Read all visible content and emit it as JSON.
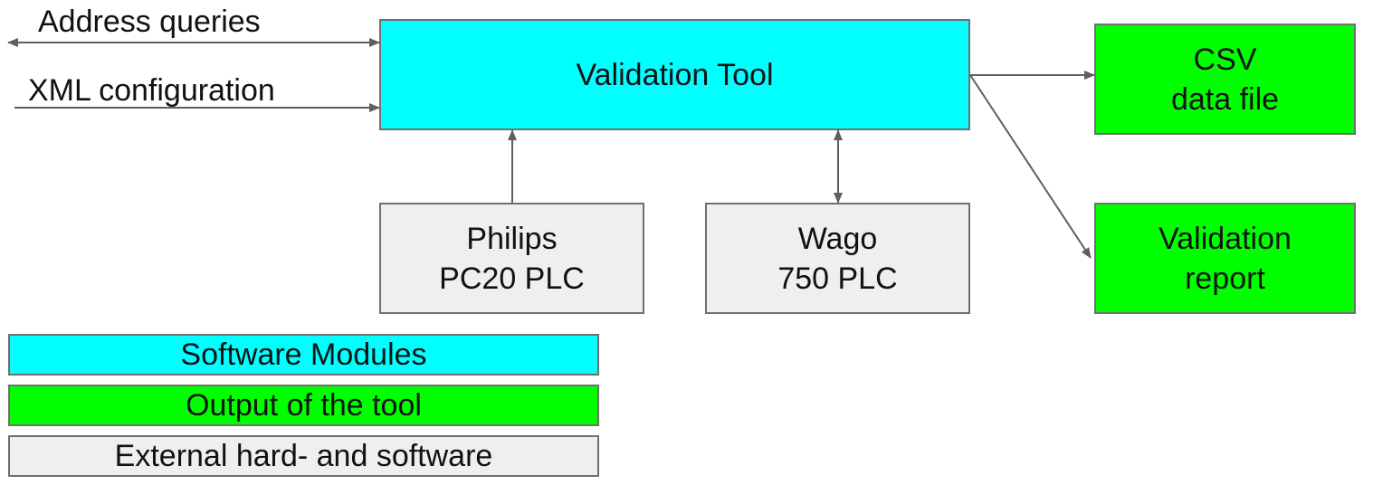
{
  "colors": {
    "software": "#00ffff",
    "output": "#00ff00",
    "external": "#efefef",
    "line": "#5f5f5f"
  },
  "inputs": {
    "address_queries": "Address queries",
    "xml_configuration": "XML configuration"
  },
  "nodes": {
    "validation_tool": {
      "label": "Validation Tool",
      "category": "software"
    },
    "csv_file": {
      "line1": "CSV",
      "line2": "data file",
      "category": "output"
    },
    "validation_report": {
      "line1": "Validation",
      "line2": "report",
      "category": "output"
    },
    "philips_plc": {
      "line1": "Philips",
      "line2": "PC20 PLC",
      "category": "external"
    },
    "wago_plc": {
      "line1": "Wago",
      "line2": "750 PLC",
      "category": "external"
    }
  },
  "edges": [
    {
      "from": "address_queries",
      "to": "validation_tool",
      "direction": "both"
    },
    {
      "from": "xml_configuration",
      "to": "validation_tool",
      "direction": "forward"
    },
    {
      "from": "philips_plc",
      "to": "validation_tool",
      "direction": "forward"
    },
    {
      "from": "wago_plc",
      "to": "validation_tool",
      "direction": "both"
    },
    {
      "from": "validation_tool",
      "to": "csv_file",
      "direction": "forward"
    },
    {
      "from": "validation_tool",
      "to": "validation_report",
      "direction": "forward"
    }
  ],
  "legend": {
    "software": "Software Modules",
    "output": "Output of the tool",
    "external": "External hard- and software"
  }
}
